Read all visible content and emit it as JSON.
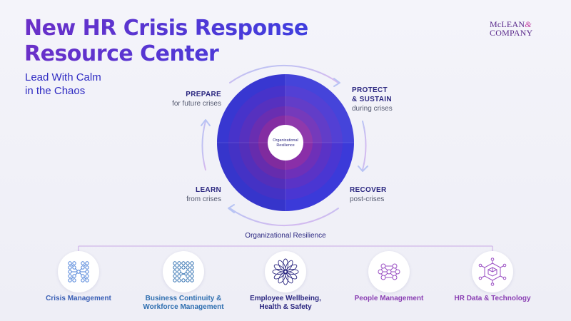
{
  "title": {
    "line1": "New HR Crisis Response",
    "line2": "Resource Center"
  },
  "subtitle": {
    "line1": "Lead With Calm",
    "line2": "in the Chaos"
  },
  "logo": {
    "line1": "McLEAN",
    "amp": "&",
    "line2": "COMPANY"
  },
  "wheel": {
    "center_label_1": "Organizational",
    "center_label_2": "Resilience",
    "phases": [
      {
        "title": "PREPARE",
        "sub": "for future crises"
      },
      {
        "title_1": "PROTECT",
        "title_2": "& SUSTAIN",
        "sub": "during crises"
      },
      {
        "title": "RECOVER",
        "sub": "post-crises"
      },
      {
        "title": "LEARN",
        "sub": "from crises"
      }
    ]
  },
  "bottom_label": "Organizational Resilience",
  "categories": [
    {
      "label_1": "Crisis Management",
      "label_2": "",
      "color": "#3a5fb5",
      "icon": "network-grid-icon"
    },
    {
      "label_1": "Business Continuity &",
      "label_2": "Workforce Management",
      "color": "#2f6fb0",
      "icon": "node-grid-icon"
    },
    {
      "label_1": "Employee Wellbeing,",
      "label_2": "Health & Safety",
      "color": "#2b2780",
      "icon": "flower-icon"
    },
    {
      "label_1": "People Management",
      "label_2": "",
      "color": "#8a3fb3",
      "icon": "people-network-icon"
    },
    {
      "label_1": "HR Data & Technology",
      "label_2": "",
      "color": "#8a3fb3",
      "icon": "data-cube-icon"
    }
  ],
  "colors": {
    "title_start": "#6a2fc8",
    "title_end": "#3d3fe0",
    "ring_outer": "#3a3ad8",
    "ring_inner": "#8a2fa6",
    "arrow": "#a8b6f0"
  }
}
